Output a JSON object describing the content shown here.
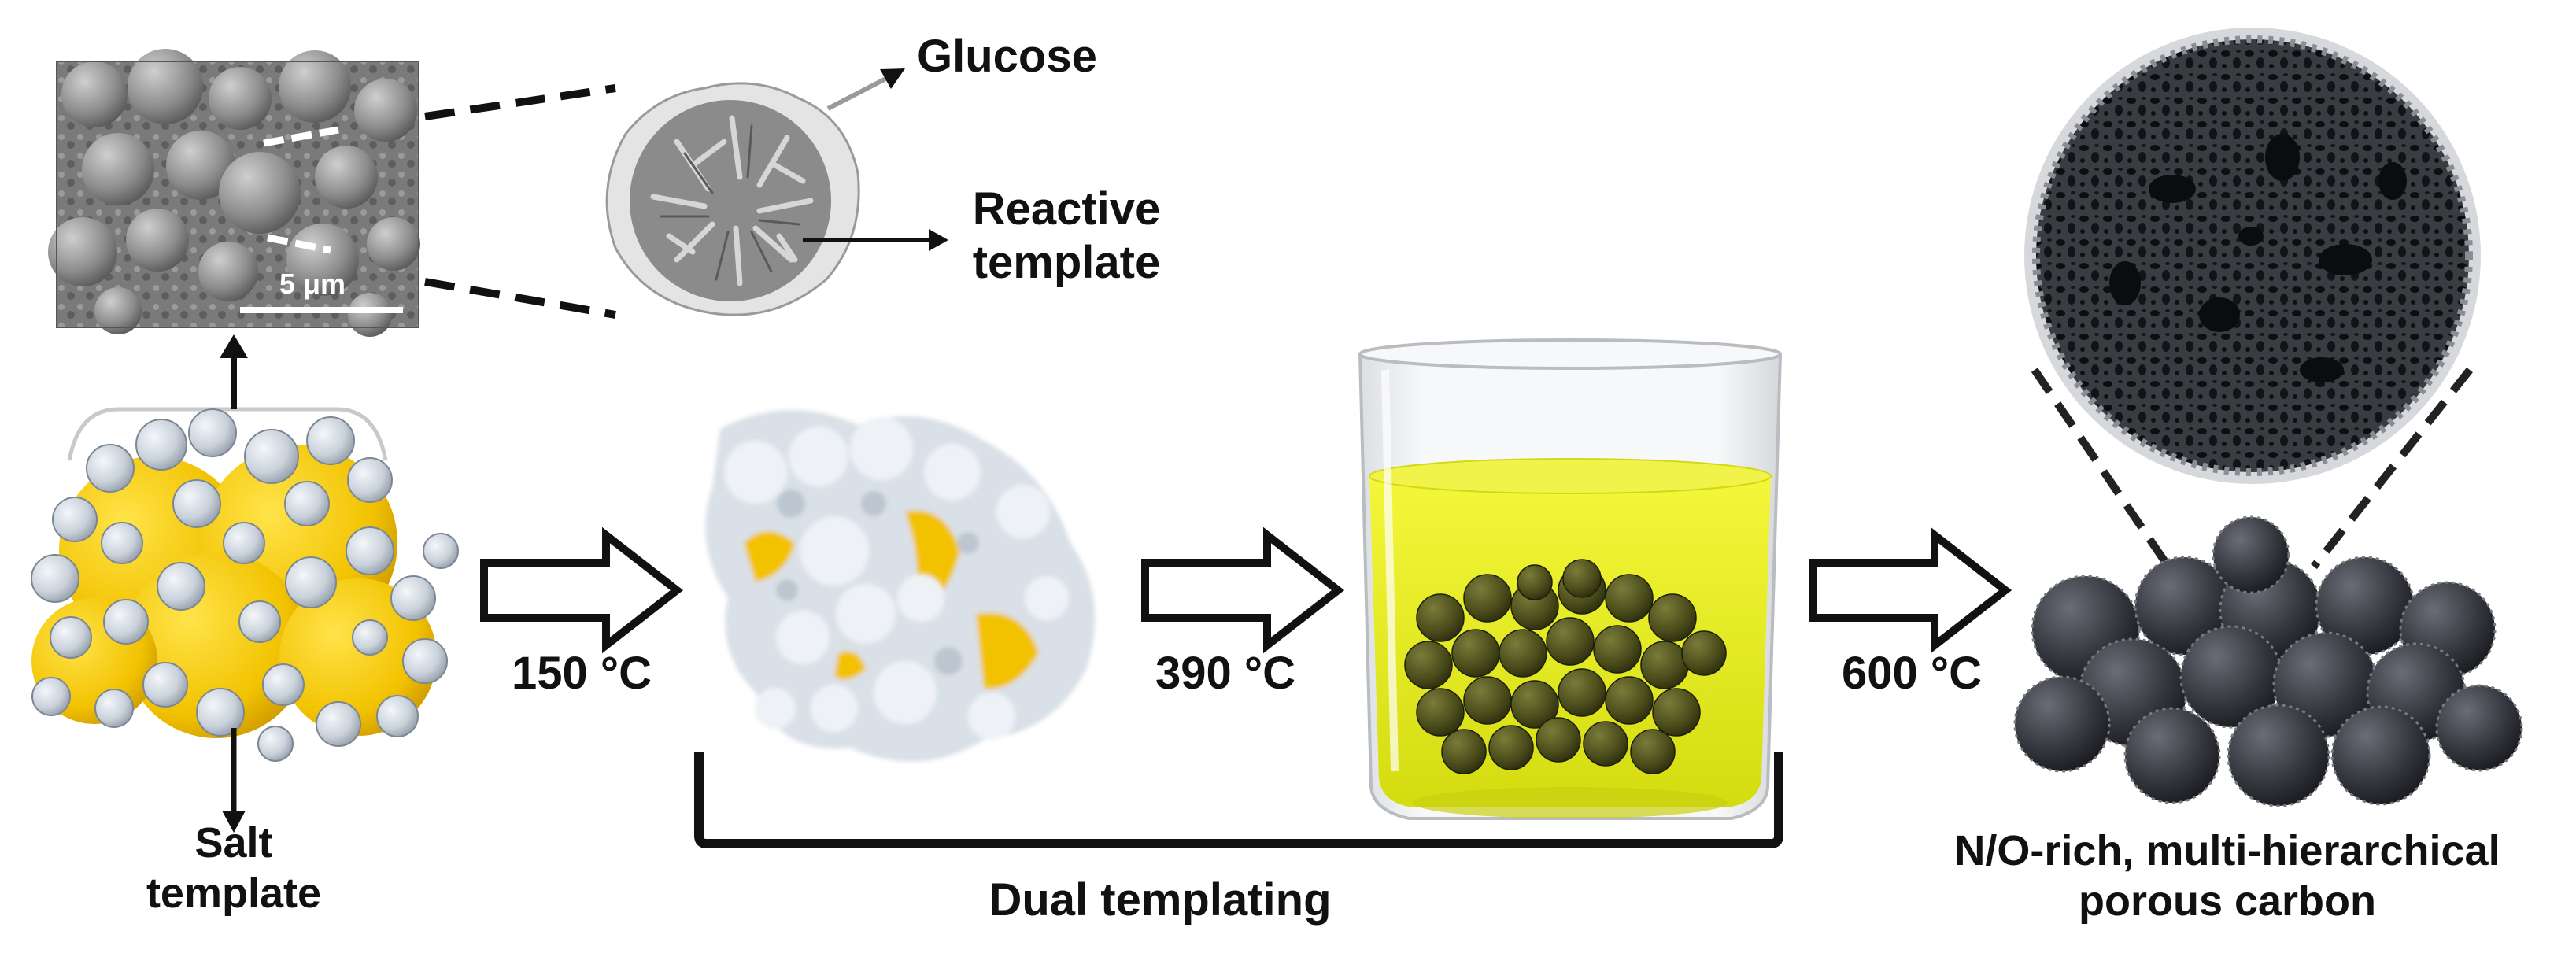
{
  "labels": {
    "glucose": "Glucose",
    "reactive_template": "Reactive\ntemplate",
    "scale_bar": "5 μm",
    "salt_template": "Salt\ntemplate",
    "temp_1": "150 °C",
    "temp_2": "390 °C",
    "temp_3": "600 °C",
    "dual_templating": "Dual templating",
    "product": "N/O-rich, multi-hierarchical\nporous carbon"
  },
  "colors": {
    "salt_yellow": "#f2c200",
    "glucose_grey": "#cfd6de",
    "solution_yellow": "#e8ee22",
    "carbon_dark": "#2b2d33",
    "olive_spheres": "#4c4e1c",
    "sem_background": "#6e6e6e",
    "line": "#111111"
  }
}
